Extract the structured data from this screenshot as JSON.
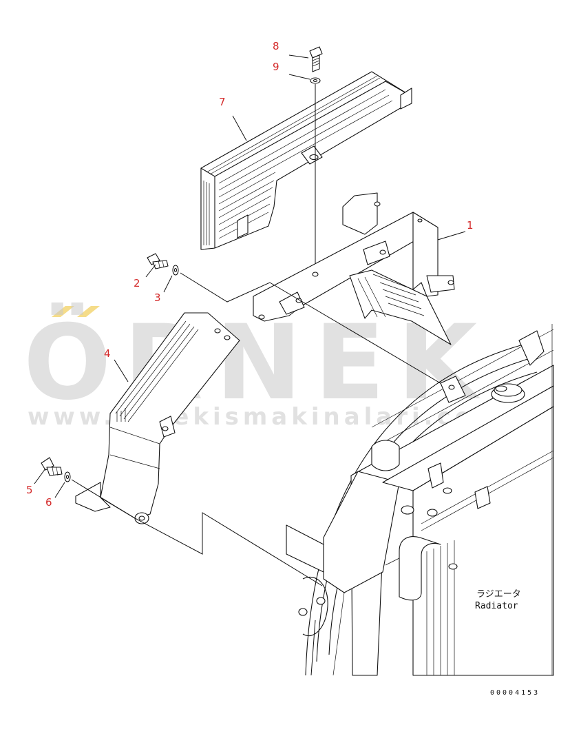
{
  "diagram": {
    "callouts": [
      {
        "id": "1",
        "text": "1"
      },
      {
        "id": "2",
        "text": "2"
      },
      {
        "id": "3",
        "text": "3"
      },
      {
        "id": "4",
        "text": "4"
      },
      {
        "id": "5",
        "text": "5"
      },
      {
        "id": "6",
        "text": "6"
      },
      {
        "id": "7",
        "text": "7"
      },
      {
        "id": "8",
        "text": "8"
      },
      {
        "id": "9",
        "text": "9"
      }
    ],
    "radiator_label_jp": "ラジエータ",
    "radiator_label_en": "Radiator",
    "drawing_code": "00004153"
  },
  "watermark": {
    "brand": "ÖRNEK",
    "url": "www.ornekismakinalari.com.tr",
    "accent_color": "#f3d36b",
    "text_color": "#c9c9c9"
  },
  "colors": {
    "callout": "#d42a2a",
    "line": "#111111",
    "background": "#ffffff"
  }
}
